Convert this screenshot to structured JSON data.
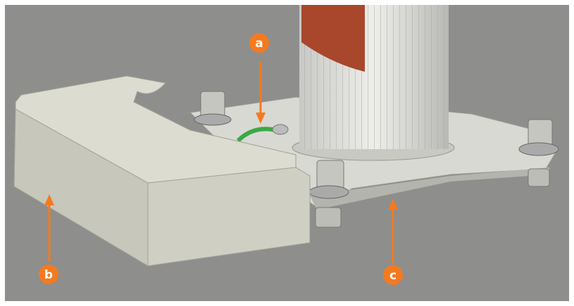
{
  "labels": [
    {
      "id": "a",
      "text": "a"
    },
    {
      "id": "b",
      "text": "b"
    },
    {
      "id": "c",
      "text": "c"
    }
  ],
  "colors": {
    "callout": "#f47a20",
    "ground": "#8e8e8c",
    "pole_red": "#a8472b",
    "metal": "#d8d8d2",
    "cover": "#d4d4c8",
    "cable": "#3aa845"
  }
}
